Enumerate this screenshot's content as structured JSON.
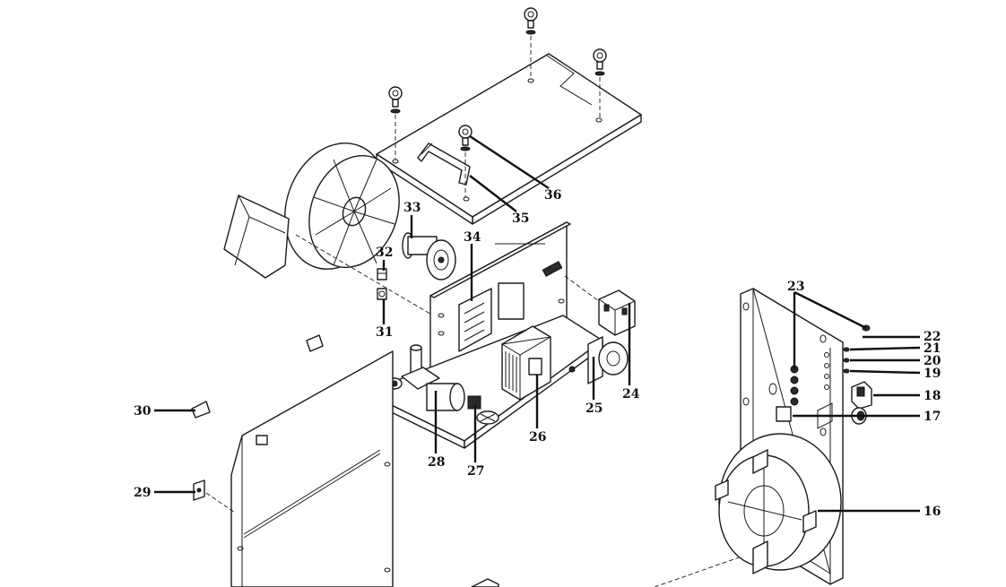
{
  "callouts": [
    "16",
    "17",
    "18",
    "19",
    "20",
    "21",
    "22",
    "23",
    "24",
    "25",
    "26",
    "27",
    "28",
    "29",
    "30",
    "31",
    "32",
    "33",
    "34",
    "35",
    "36"
  ]
}
